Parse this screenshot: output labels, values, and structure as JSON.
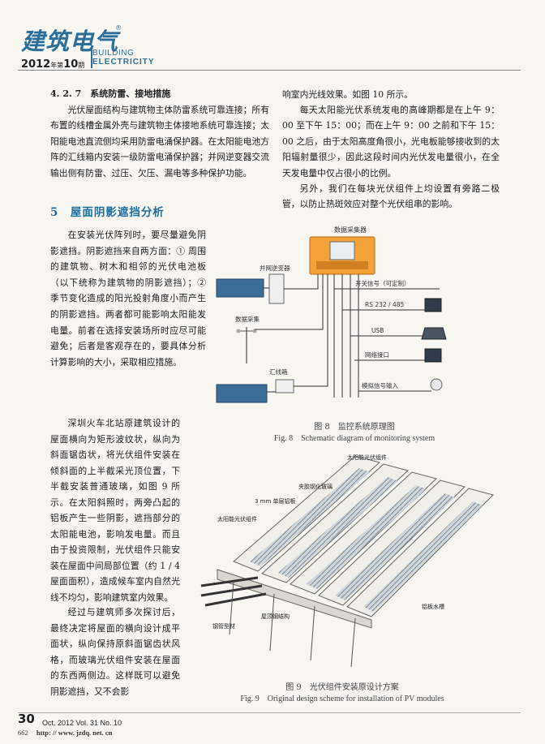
{
  "header": {
    "logo": "建筑电气",
    "logo_mark": "®",
    "year": "2012",
    "year_unit": "年第",
    "issue": "10",
    "issue_unit": "期",
    "brand_en_1": "BUILDING",
    "brand_en_2": "ELECTRICITY"
  },
  "section_4_2_7": {
    "heading": "4. 2. 7　系统防雷、接地措施",
    "body": "光伏屋面结构与建筑物主体防雷系统可靠连接；所有布置的线槽金属外壳与建筑物主体接地系统可靠连接；太阳能电池直流侧均采用防雷电涌保护器。在太阳能电池方阵的汇线箱内安装一级防雷电涌保护器；并网逆变器交流输出侧有防雷、过压、欠压、漏电等多种保护功能。"
  },
  "section_5": {
    "heading": "5　屋面阴影遮挡分析",
    "para1": "在安装光伏阵列时，要尽量避免阴影遮挡。阴影遮挡来自两方面：① 周围的建筑物、树木和相邻的光伏电池板（以下统称为建筑物的阴影遮挡）；② 季节变化造成的阳光投射角度小而产生的阴影遮挡。两者都可能影响太阳能发电量。前者在选择安装场所时应尽可能避免；后者是客观存在的，要具体分析计算影响的大小，采取相应措施。",
    "para2": "深圳火车北站原建筑设计的屋面横向为矩形波纹状，纵向为斜面锯齿状，将光伏组件安装在倾斜面的上半截采光顶位置，下半截安装普通玻璃，如图 9 所示。在太阳斜照时，两旁凸起的铝板产生一些阴影，遮挡部分的太阳能电池，影响发电量。而且由于投资限制，光伏组件只能安装在屋面中间局部位置（约 1 / 4 屋面面积），造成候车室内自然光线不均匀，影响建筑室内效果。",
    "para3": "经过与建筑师多次探讨后，最终决定将屋面的横向设计成平面状，纵向保持原斜面锯齿状风格，而玻璃光伏组件安装在屋面的东西两侧边。这样既可以避免阴影遮挡，又不会影"
  },
  "right_column": {
    "para1": "响室内光线效果。如图 10 所示。",
    "para2": "每天太阳能光伏系统发电的高峰期都是在上午 9：00 至下午 15：00；而在上午 9：00 之前和下午 15：00 之后，由于太阳高度角很小，光电板能够接收到的太阳辐射量很少，因此这段时间内光伏发电量很小，在全天发电量中仅占很小的比例。",
    "para3": "另外，我们在每块光伏组件上均设置有旁路二极管，以防止热斑效应对整个光伏组串的影响。"
  },
  "figure8": {
    "labels": {
      "data_collector": "数据采集器",
      "inverter": "并网逆变器",
      "data_acq": "数据采集",
      "combiner": "汇线箱",
      "switch_signal": "开关信号（可定制）",
      "rs232": "RS 232 / 485",
      "usb": "USB",
      "network": "网络接口",
      "analog": "模拟信号输入"
    },
    "caption_cn": "图 8　监控系统原理图",
    "caption_en": "Fig. 8　Schematic diagram of monitoring system"
  },
  "figure9": {
    "labels": {
      "pv_module_top": "太阳能光伏组件",
      "laminated_glass": "夹胶钢化玻璃",
      "aluminum": "3 mm 单层铝板",
      "pv_module_left": "太阳能光伏组件",
      "roof_steel": "屋顶钢结构",
      "steel_frame": "钢管型材",
      "gutter": "铝板水槽"
    },
    "caption_cn": "图 9　光伏组件安装原设计方案",
    "caption_en": "Fig. 9　Original design scheme for installation of PV modules"
  },
  "footer": {
    "page": "30",
    "journal": "Oct. 2012  Vol. 31  No. 10",
    "total_page": "662",
    "url": "http: // www. jzdq. net. cn"
  }
}
